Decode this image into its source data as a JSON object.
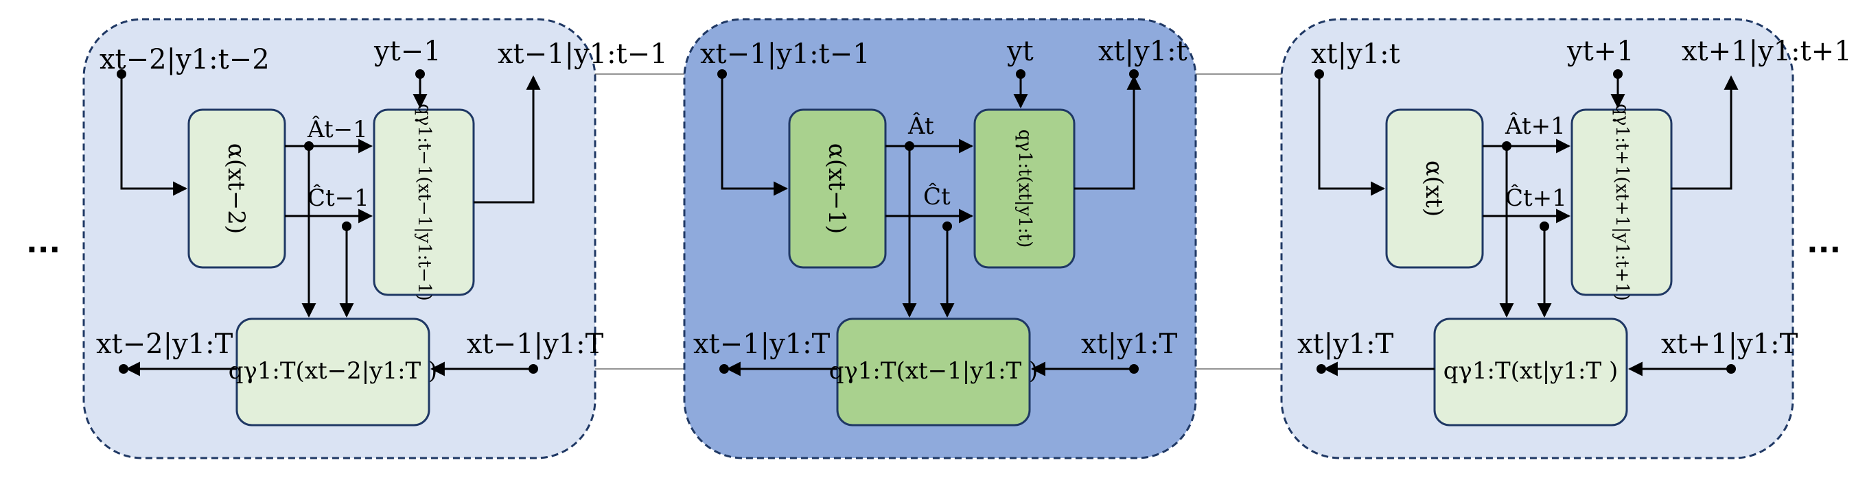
{
  "ellipsis_left": "...",
  "ellipsis_right": "...",
  "panels": [
    {
      "in_prev": "xt−2|y1:t−2",
      "obs": "yt−1",
      "out": "xt−1|y1:t−1",
      "alpha": "α(xt−2)",
      "A": "Ât−1",
      "C": "Ĉt−1",
      "q_filter": "qγ1:t−1(xt−1|y1:t−1)",
      "q_smooth": "qγ1:T(xt−2|y1:T )",
      "smooth_out": "xt−2|y1:T",
      "smooth_in": "xt−1|y1:T"
    },
    {
      "in_prev": "xt−1|y1:t−1",
      "obs": "yt",
      "out": "xt|y1:t",
      "alpha": "α(xt−1)",
      "A": "Ât",
      "C": "Ĉt",
      "q_filter": "qγ1:t(xt|y1:t)",
      "q_smooth": "qγ1:T(xt−1|y1:T )",
      "smooth_out": "xt−1|y1:T",
      "smooth_in": "xt|y1:T"
    },
    {
      "in_prev": "xt|y1:t",
      "obs": "yt+1",
      "out": "xt+1|y1:t+1",
      "alpha": "α(xt)",
      "A": "Ât+1",
      "C": "Ĉt+1",
      "q_filter": "qγ1:t+1(xt+1|y1:t+1)",
      "q_smooth": "qγ1:T(xt|y1:T )",
      "smooth_out": "xt|y1:T",
      "smooth_in": "xt+1|y1:T"
    }
  ]
}
